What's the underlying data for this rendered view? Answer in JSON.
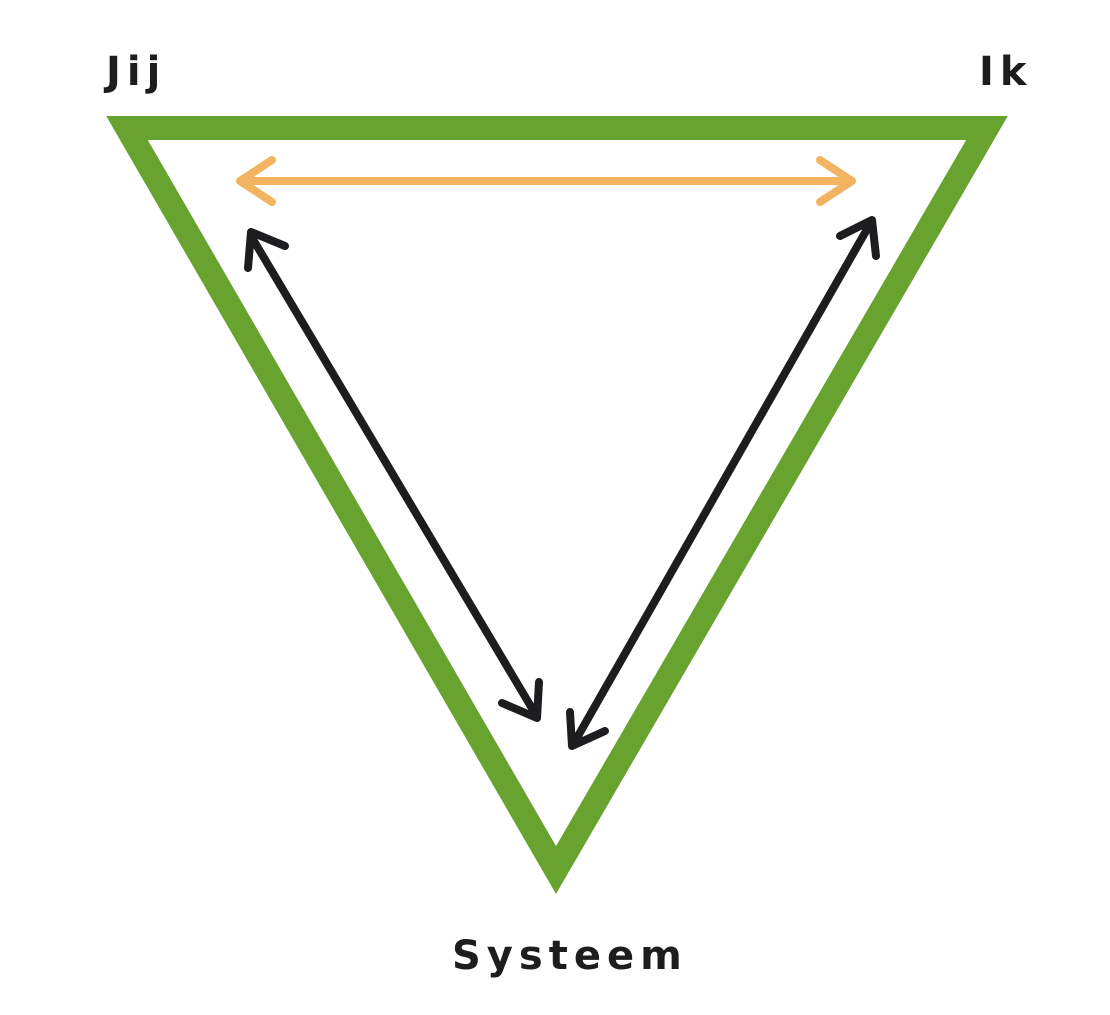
{
  "diagram": {
    "labels": {
      "left_top": "Jij",
      "right_top": "Ik",
      "bottom": "Systeem"
    }
  },
  "colors": {
    "triangle": "#68a22f",
    "top_arrow": "#f2b460",
    "side_arrows": "#1d1d1f",
    "text": "#1d1d1f",
    "background": "#ffffff"
  }
}
